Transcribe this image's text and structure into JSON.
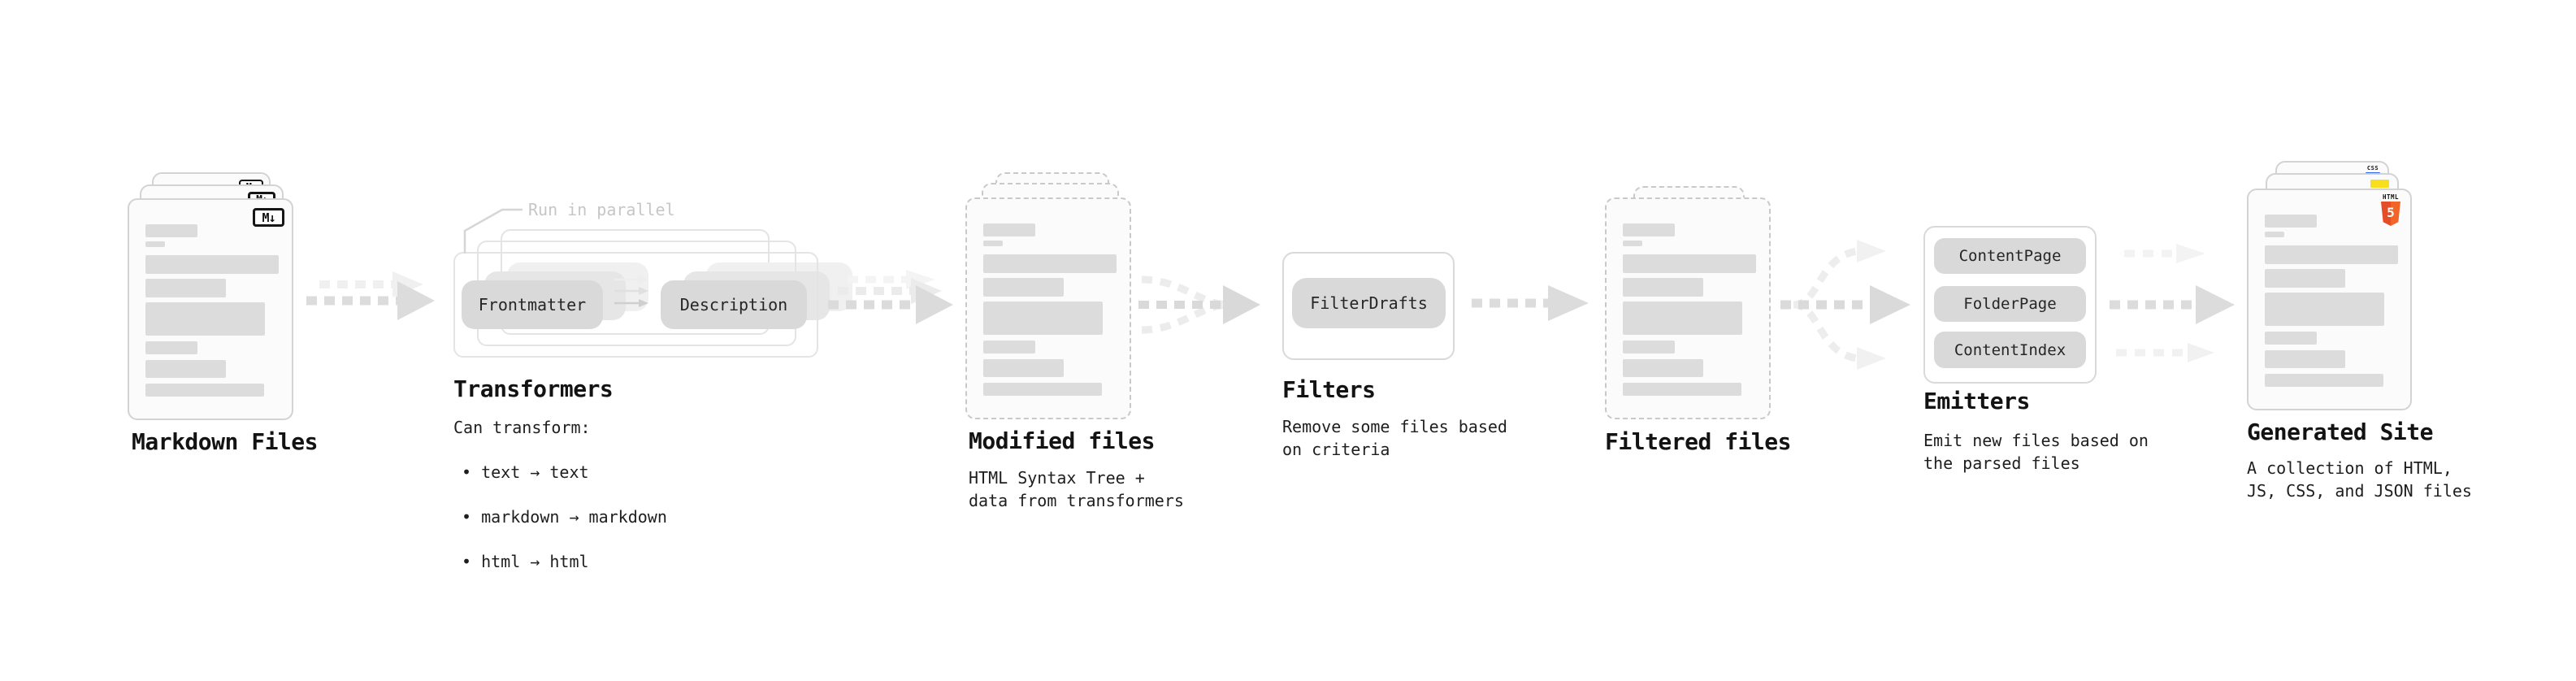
{
  "diagram": {
    "stages": {
      "markdown_files": {
        "label": "Markdown Files",
        "file_badge": "M↓"
      },
      "transformers": {
        "title": "Transformers",
        "annotation": "Run in parallel",
        "input_chip": "Frontmatter",
        "output_chip": "Description",
        "subtitle": "Can transform:",
        "bullets": [
          "• text → text",
          "• markdown → markdown",
          "• html → html"
        ]
      },
      "modified_files": {
        "title": "Modified files",
        "description": "HTML Syntax Tree +\ndata from transformers"
      },
      "filters": {
        "title": "Filters",
        "description": "Remove some files based\non criteria",
        "chips": [
          "FilterDrafts"
        ]
      },
      "filtered_files": {
        "title": "Filtered files"
      },
      "emitters": {
        "title": "Emitters",
        "description": "Emit new files based on\nthe parsed files",
        "chips": [
          "ContentPage",
          "FolderPage",
          "ContentIndex"
        ]
      },
      "generated_site": {
        "title": "Generated Site",
        "description": "A collection of HTML,\nJS, CSS, and JSON files",
        "badges": {
          "css_label": "CSS",
          "html_label": "HTML",
          "html_number": "5"
        }
      }
    },
    "colors": {
      "chip_bg": "#d9d9d9",
      "arrow_main": "#dcdcdc",
      "arrow_faint": "#eeeeee",
      "note_muted": "#c6c6c6",
      "accent_html5": "#e44d26",
      "accent_js": "#f7df1e",
      "accent_css": "#2d65f2"
    }
  }
}
